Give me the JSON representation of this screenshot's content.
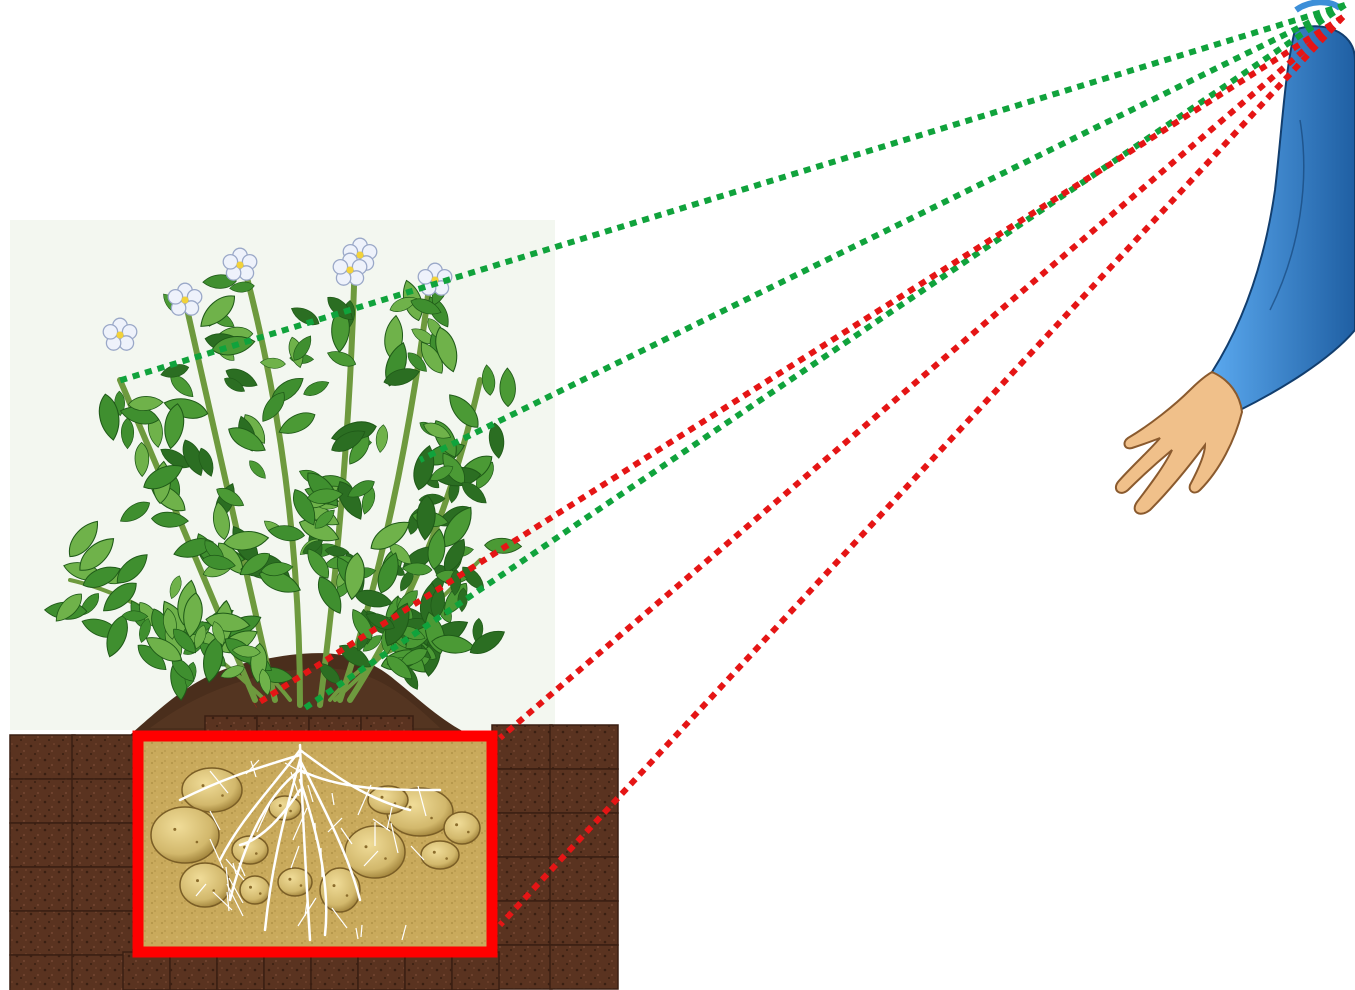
{
  "scene": {
    "subjects": [
      "potato-plant",
      "underground-tubers",
      "pointing-arm"
    ],
    "colors": {
      "background": "#ffffff",
      "plant_backdrop": "#f1f6ee",
      "leaf": "#3f8f2f",
      "leaf_dark": "#2b6e22",
      "leaf_light": "#6fb24a",
      "stem": "#6e9a3e",
      "flower": "#e9eef8",
      "flower_center": "#f2d23a",
      "soil_mound": "#4a2e1c",
      "soil_block": "#5a3320",
      "soil_block_dark": "#3a1f12",
      "underground_bg": "#c8a85a",
      "potato": "#d8c27a",
      "potato_shade": "#a88a3e",
      "root": "#ffffff",
      "highlight_box": "#ff0000",
      "dotted_green": "#10a33c",
      "dotted_red": "#e51515",
      "sleeve": "#3d8fd8",
      "sleeve_dark": "#1f5fa3",
      "skin": "#f0c08a",
      "skin_shade": "#b98352"
    },
    "icons": [
      "potato-plant-icon",
      "potato-tuber-icon",
      "flower-icon",
      "pointing-hand-icon"
    ]
  }
}
